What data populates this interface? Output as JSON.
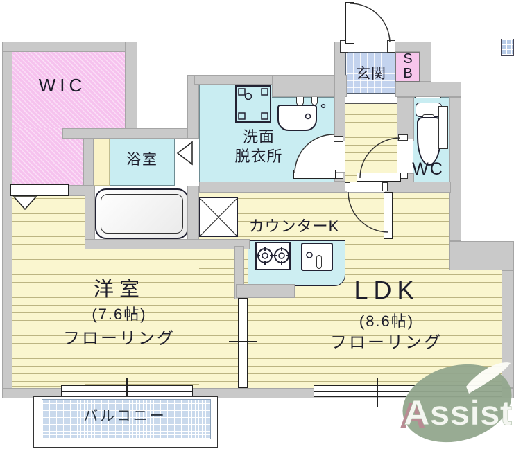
{
  "rooms": {
    "wic": {
      "label": "WIC"
    },
    "bath": {
      "label": "浴室"
    },
    "washroom": {
      "line1": "洗面",
      "line2": "脱衣所"
    },
    "entrance": {
      "label": "玄関"
    },
    "shoe_box": {
      "line1": "S",
      "line2": "B"
    },
    "toilet": {
      "label": "WC"
    },
    "kitchen": {
      "label": "カウンターK"
    },
    "western_room": {
      "name": "洋室",
      "size": "(7.6帖)",
      "flooring": "フローリング"
    },
    "ldk": {
      "name": "LDK",
      "size": "(8.6帖)",
      "flooring": "フローリング"
    },
    "balcony": {
      "label": "バルコニー"
    }
  },
  "logo": {
    "text": "Assist",
    "accent_letter": "A"
  },
  "colors": {
    "wall": "#c9c9c9",
    "flooring": "#faf6cf",
    "water_rooms": "#c9edf2",
    "wic_pink": "#f6c2ee",
    "entrance_tile": "#c3d3ee",
    "balcony_blue": "#c9d9ec",
    "shoe_box_pink": "#f7c6ec",
    "logo_green": "#93a78e",
    "logo_red": "#b5858e"
  }
}
